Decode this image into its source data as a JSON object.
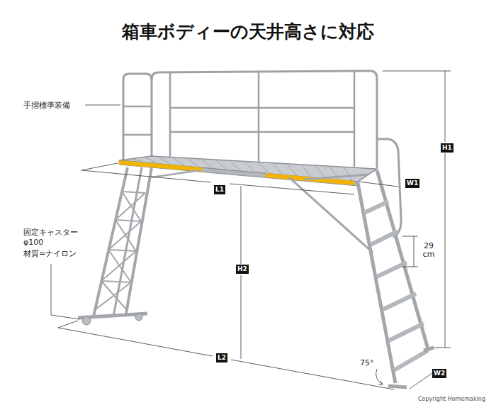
{
  "diagram": {
    "title": "箱車ボディーの天井高さに対応",
    "labels": [
      "手摺標準装備",
      "L1",
      "W1",
      "H1",
      "H2",
      "固定キャスター",
      "φ100",
      "材質=ナイロン",
      "29 cm",
      "75°",
      "L2",
      "W2",
      "Copyright Homemaking"
    ]
  }
}
